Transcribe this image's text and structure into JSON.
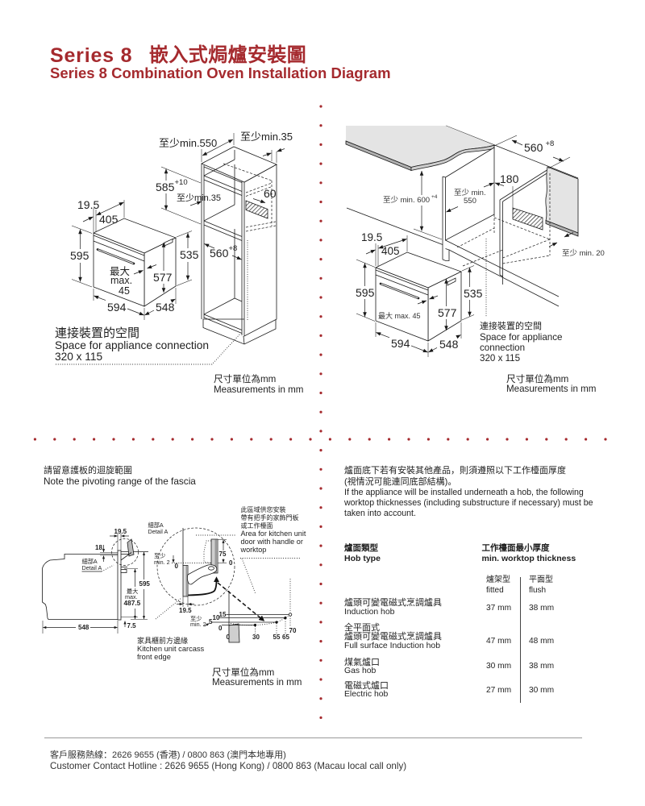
{
  "theme": {
    "brand": "#a52a2e",
    "ink": "#1f1f1f",
    "worktop": "#e4e4e4",
    "rule": "#9a9a9a"
  },
  "header": {
    "series": "Series 8",
    "title_zh": "嵌入式焗爐安裝圖",
    "title_en": "Series 8 Combination Oven Installation Diagram"
  },
  "tall_unit": {
    "depth_min": "至少min.550",
    "side_gap_min": "至少min.35",
    "niche_height": "585",
    "niche_height_tol": "+10",
    "top_gap_min": "至少min.35",
    "vent": "60",
    "fascia": "19.5",
    "fascia_depth": "405",
    "front_height": "595",
    "body_height": "535",
    "niche_width": "560",
    "niche_width_tol": "+8",
    "max_zh": "最大",
    "max_en": "max.",
    "max_value": "45",
    "inner_height": "577",
    "width": "594",
    "depth": "548",
    "connection_zh": "連接裝置的空間",
    "connection_en": "Space for appliance connection",
    "connection_size": "320 x 115",
    "units_zh": "尺寸單位為mm",
    "units_en": "Measurements in mm"
  },
  "under_worktop": {
    "niche_width": "560",
    "niche_width_tol": "+8",
    "vent_offset": "180",
    "height_min": "至少 min. 600",
    "height_min_tol": "+4",
    "depth_min_label": "至少 min.",
    "depth_min_value": "550",
    "rear_gap_min": "至少 min. 20",
    "fascia": "19.5",
    "fascia_depth": "405",
    "front_height": "595",
    "body_height": "535",
    "door_gap": "最大 max. 45",
    "inner_height": "577",
    "width": "594",
    "depth": "548",
    "connection_zh": "連接裝置的空間",
    "connection_en": "Space for appliance connection",
    "connection_size": "320 x 115",
    "units_zh": "尺寸單位為mm",
    "units_en": "Measurements in mm"
  },
  "pivot": {
    "note_zh": "請留意護板的迴旋範圍",
    "note_en": "Note the pivoting range of the fascia",
    "detail_zh": "細部A",
    "detail_en": "Detail A",
    "fascia": "19.5",
    "fascia_top": "18",
    "front_height": "595",
    "max_zh": "最大",
    "max_en": "max.",
    "max_value": "487.5",
    "depth": "548",
    "bottom_offset": "7.5",
    "min_zh": "至少",
    "min_en": "min. 2",
    "detail_zero": "0",
    "door_range": "75",
    "door_zero": "0",
    "detail_fascia": "19.5",
    "levels": [
      "15",
      "10",
      "5",
      "0"
    ],
    "positions": [
      "0",
      "30",
      "55",
      "65",
      "70"
    ],
    "area_zh": [
      "此區域供您安裝",
      "帶有把手的家飾門板",
      "或工作檯面"
    ],
    "area_en": "Area for kitchen unit door with handle or worktop",
    "carcass_zh": "家具櫃前方邊緣",
    "carcass_en": "Kitchen unit carcass front edge",
    "units_zh": "尺寸單位為mm",
    "units_en": "Measurements in mm"
  },
  "worktop": {
    "intro_zh": [
      "爐面底下若有安裝其他產品，則須遵照以下工作檯面厚度",
      "(視情況可能連同底部結構)。"
    ],
    "intro_en": "If the appliance will be installed underneath a hob, the following worktop thicknesses (including substructure if necessary) must be taken into account.",
    "hob_type_zh": "爐面類型",
    "hob_type_en": "Hob type",
    "thickness_zh": "工作檯面最小厚度",
    "thickness_en": "min. worktop thickness",
    "fitted_zh": "爐架型",
    "fitted_en": "fitted",
    "flush_zh": "平面型",
    "flush_en": "flush",
    "rows": [
      {
        "zh": [
          "爐頭可變電磁式烹調爐具"
        ],
        "en": "Induction hob",
        "fitted": "37 mm",
        "flush": "38 mm"
      },
      {
        "zh": [
          "全平面式",
          "爐頭可變電磁式烹調爐具"
        ],
        "en": "Full surface Induction hob",
        "fitted": "47 mm",
        "flush": "48 mm"
      },
      {
        "zh": [
          "煤氣爐口"
        ],
        "en": "Gas hob",
        "fitted": "30 mm",
        "flush": "38 mm"
      },
      {
        "zh": [
          "電磁式爐口"
        ],
        "en": "Electric hob",
        "fitted": "27 mm",
        "flush": "30 mm"
      }
    ]
  },
  "footer": {
    "hotline_zh": "客戶服務熱線：2626 9655 (香港) / 0800 863 (澳門本地專用)",
    "hotline_en": "Customer Contact Hotline : 2626 9655 (Hong Kong) / 0800 863 (Macau local call only)"
  }
}
